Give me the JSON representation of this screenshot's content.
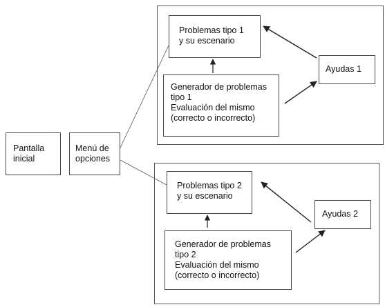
{
  "diagram": {
    "nodes": {
      "pantalla": "Pantalla\ninicial",
      "menu": "Menú de\nopciones",
      "prob1": "Problemas tipo 1\ny su escenario",
      "gen1": "Generador de problemas\ntipo 1\nEvaluación del mismo\n(correcto  o  incorrecto)",
      "ayu1": "Ayudas  1",
      "prob2": "Problemas tipo 2\ny su escenario",
      "gen2": "Generador de problemas\ntipo 2\nEvaluación del mismo\n(correcto  o  incorrecto)",
      "ayu2": "Ayudas  2"
    },
    "edges": [
      {
        "from": "menu",
        "to": "prob1",
        "style": "plain"
      },
      {
        "from": "menu",
        "to": "prob2",
        "style": "plain"
      },
      {
        "from": "gen1",
        "to": "prob1",
        "style": "arrow"
      },
      {
        "from": "gen1",
        "to": "ayu1",
        "style": "arrow"
      },
      {
        "from": "ayu1",
        "to": "prob1",
        "style": "arrow"
      },
      {
        "from": "gen2",
        "to": "prob2",
        "style": "arrow"
      },
      {
        "from": "gen2",
        "to": "ayu2",
        "style": "arrow"
      },
      {
        "from": "ayu2",
        "to": "prob2",
        "style": "arrow"
      }
    ],
    "colors": {
      "stroke": "#333333",
      "background": "#ffffff"
    }
  }
}
